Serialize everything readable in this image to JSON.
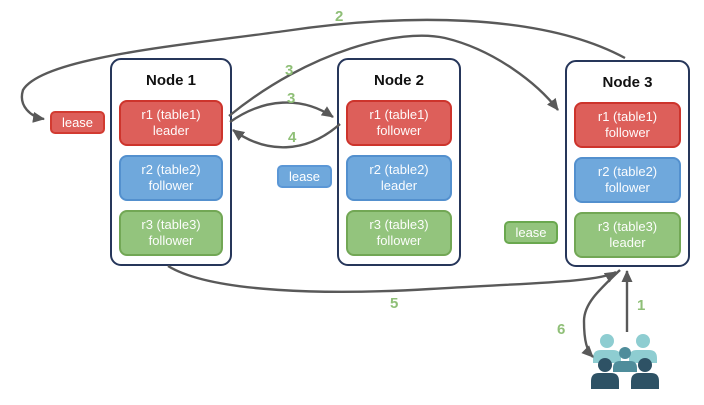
{
  "nodes": [
    {
      "title": "Node 1",
      "replicas": [
        {
          "name": "r1 (table1)",
          "role": "leader"
        },
        {
          "name": "r2 (table2)",
          "role": "follower"
        },
        {
          "name": "r3 (table3)",
          "role": "follower"
        }
      ]
    },
    {
      "title": "Node 2",
      "replicas": [
        {
          "name": "r1 (table1)",
          "role": "follower"
        },
        {
          "name": "r2 (table2)",
          "role": "leader"
        },
        {
          "name": "r3 (table3)",
          "role": "follower"
        }
      ]
    },
    {
      "title": "Node 3",
      "replicas": [
        {
          "name": "r1 (table1)",
          "role": "follower"
        },
        {
          "name": "r2 (table2)",
          "role": "follower"
        },
        {
          "name": "r3 (table3)",
          "role": "leader"
        }
      ]
    }
  ],
  "leases": [
    {
      "label": "lease",
      "color": "red"
    },
    {
      "label": "lease",
      "color": "blue"
    },
    {
      "label": "lease",
      "color": "green"
    }
  ],
  "steps": {
    "s1": "1",
    "s2": "2",
    "s3a": "3",
    "s3b": "3",
    "s4": "4",
    "s5": "5",
    "s6": "6"
  },
  "colors": {
    "node_border": "#26365a",
    "replica_red": "#dd5f5a",
    "replica_red_border": "#cd342c",
    "replica_blue": "#6fa8dc",
    "replica_blue_border": "#5390ce",
    "replica_green": "#93c47d",
    "replica_green_border": "#72a755",
    "arrow": "#595959",
    "step_label": "#8fbf77",
    "users_light_teal": "#8ecdd1",
    "users_medium_teal": "#4f8d9b",
    "users_dark_slate": "#2e5265"
  }
}
